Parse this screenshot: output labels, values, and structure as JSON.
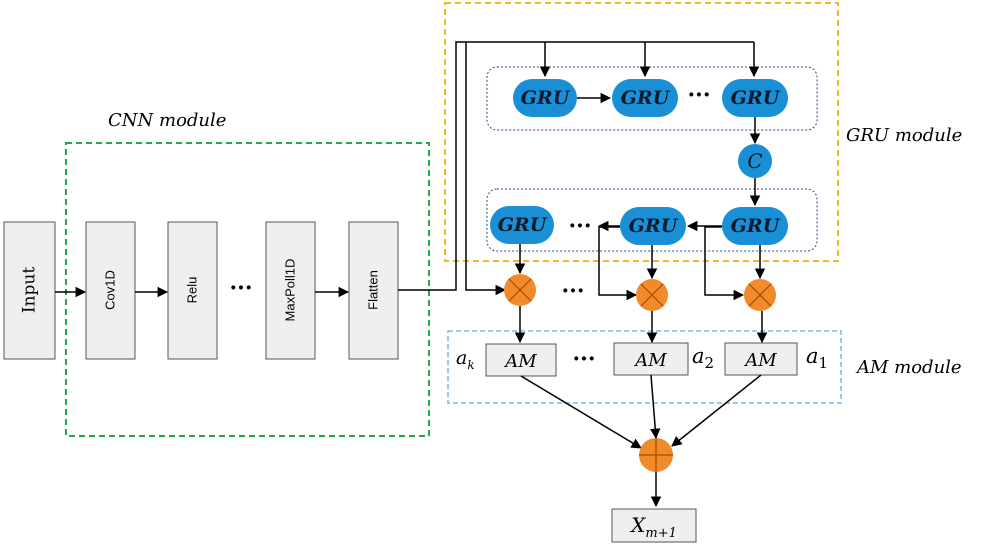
{
  "modules": {
    "cnn": "CNN module",
    "gru": "GRU module",
    "am": "AM module"
  },
  "cnn_layers": [
    "Input",
    "Cov1D",
    "Relu",
    "MaxPoll1D",
    "Flatten"
  ],
  "ellipsis": "···",
  "gru_label": "GRU",
  "concat_label": "C",
  "am_label": "AM",
  "weights": {
    "ak_base": "a",
    "ak_sub": "k",
    "a2_base": "a",
    "a2_sub": "2",
    "a1_base": "a",
    "a1_sub": "1"
  },
  "output": {
    "base": "X",
    "sub": "m+1"
  },
  "colors": {
    "gru_fill": "#1a8fd6",
    "op_fill": "#f08a2a",
    "box_fill": "#efefef",
    "cnn_border": "#22aa44",
    "gru_border": "#f0b820",
    "am_border": "#7fb8e0",
    "inner_border": "#2a4a8a"
  }
}
